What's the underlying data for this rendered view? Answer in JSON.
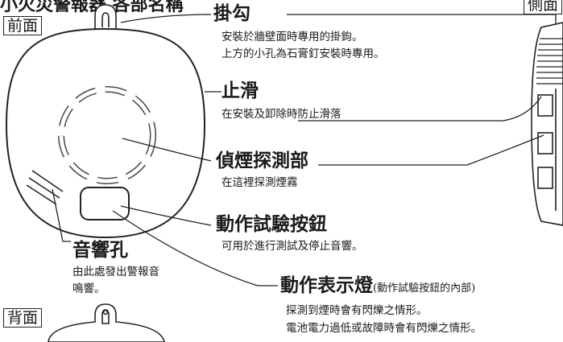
{
  "header_fragment": "小火災警報器 各部名稱",
  "views": {
    "front": "前面",
    "side": "側面",
    "back": "背面"
  },
  "parts": [
    {
      "name": "掛勾",
      "note": "",
      "lines": [
        "安裝於牆壁面時專用的掛鉤。",
        "上方的小孔為石膏釘安裝時專用。"
      ]
    },
    {
      "name": "止滑",
      "note": "",
      "lines": [
        "在安裝及卸除時防止滑落"
      ]
    },
    {
      "name": "偵煙探測部",
      "note": "",
      "lines": [
        "在這裡探測煙霧"
      ]
    },
    {
      "name": "動作試驗按鈕",
      "note": "",
      "lines": [
        "可用於進行測試及停止音響。"
      ]
    },
    {
      "name": "音響孔",
      "note": "",
      "lines": [
        "由此處發出警報音",
        "鳴響。"
      ]
    },
    {
      "name": "動作表示燈",
      "note": "(動作試驗按鈕的內部)",
      "lines": [
        "探測到煙時會有閃爍之情形。",
        "電池電力過低或故障時會有閃爍之情形。"
      ]
    }
  ]
}
